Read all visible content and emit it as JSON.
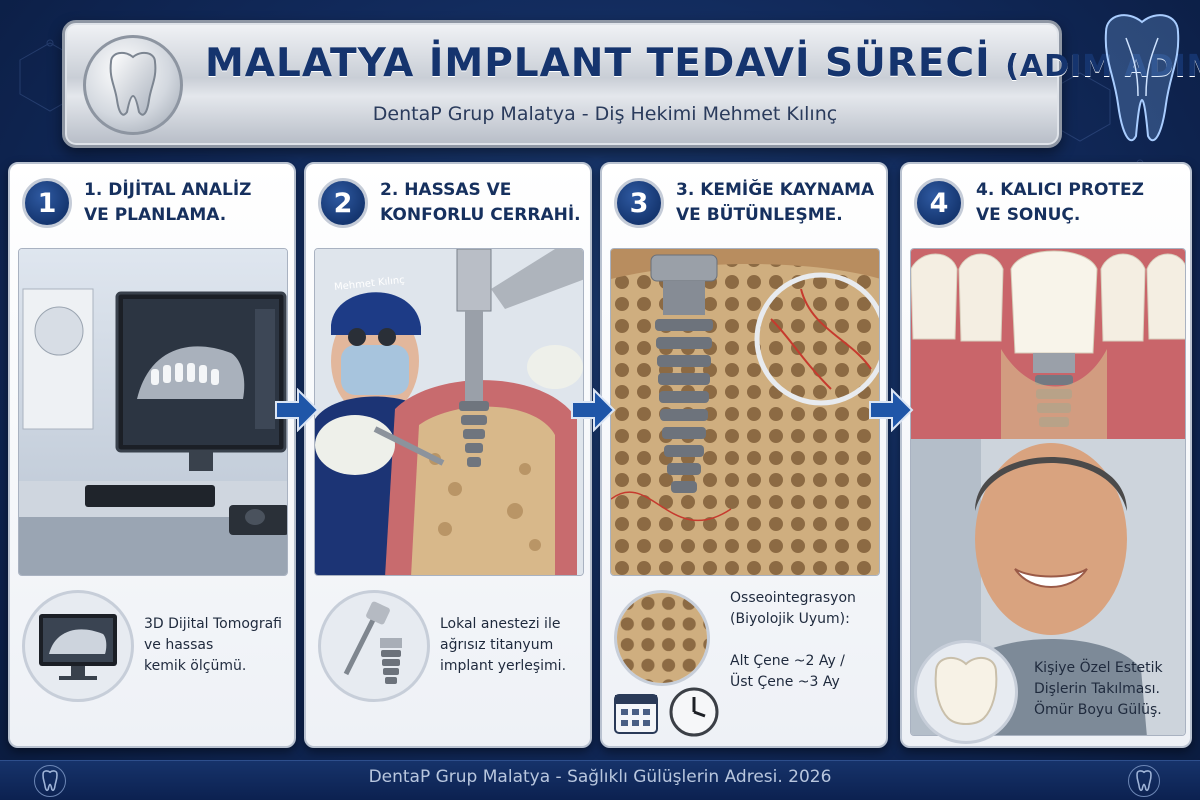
{
  "header": {
    "title_main": "MALATYA İMPLANT TEDAVİ SÜRECİ",
    "title_paren": "(ADIM ADIM)",
    "subtitle": "DentaP Grup Malatya - Diş Hekimi Mehmet Kılınç"
  },
  "steps": [
    {
      "number": "1",
      "title_line1": "1. DİJİTAL ANALİZ",
      "title_line2": "VE PLANLAMA.",
      "caption_lines": [
        "3D Dijital Tomografi",
        "ve hassas",
        "kemik ölçümü."
      ]
    },
    {
      "number": "2",
      "title_line1": "2. HASSAS VE",
      "title_line2": "KONFORLU CERRAHİ.",
      "cap_name": "Mehmet Kılınç",
      "caption_lines": [
        "Lokal anestezi ile",
        "ağrısız titanyum",
        "implant yerleşimi."
      ]
    },
    {
      "number": "3",
      "title_line1": "3. KEMİĞE KAYNAMA",
      "title_line2": "VE BÜTÜNLEŞME.",
      "caption_lines": [
        "Osseointegrasyon",
        "(Biyolojik Uyum):",
        "",
        "Alt Çene ~2 Ay /",
        "Üst Çene ~3 Ay"
      ]
    },
    {
      "number": "4",
      "title_line1": "4. KALICI PROTEZ",
      "title_line2": "VE SONUÇ.",
      "caption_lines": [
        "Kişiye Özel Estetik",
        "Dişlerin Takılması.",
        "Ömür Boyu Gülüş."
      ]
    }
  ],
  "footer": {
    "text": "DentaP Grup Malatya - Sağlıklı Gülüşlerin Adresi. 2026"
  },
  "icons": {
    "header": "tooth-icon",
    "corner": "tooth-xray-icon",
    "arrow": "arrow-right-icon",
    "footer": "tooth-icon"
  },
  "colors": {
    "navy": "#15346e",
    "background": "#11295a",
    "arrow": "#1f56a8"
  }
}
